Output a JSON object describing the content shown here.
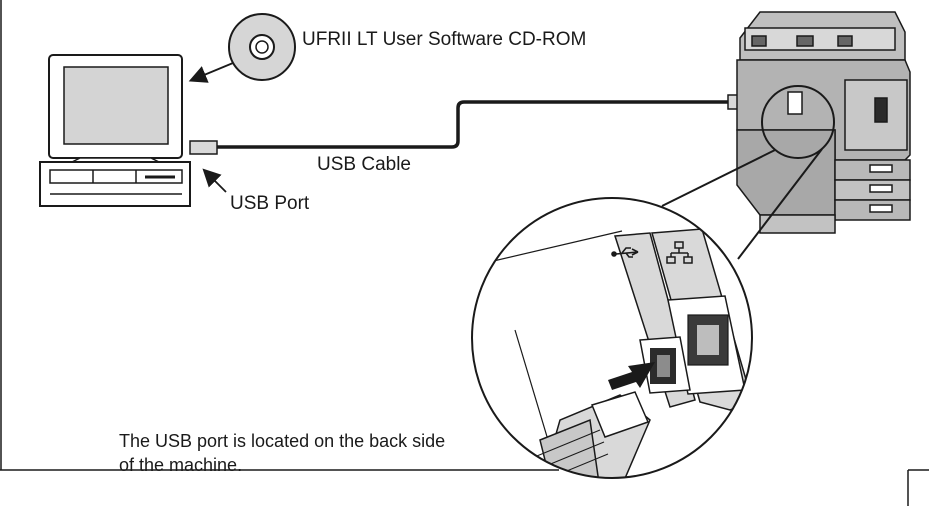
{
  "labels": {
    "cd_rom": "UFRII LT User Software CD-ROM",
    "usb_cable": "USB Cable",
    "usb_port": "USB Port",
    "note": "The USB port is located on the back side of the machine."
  },
  "icons": {
    "usb_symbol": "usb-icon",
    "network_symbol": "network-icon"
  },
  "colors": {
    "line": "#1a1a1a",
    "panel_gray": "#d9d9d9",
    "body_gray": "#bfbfbf",
    "screen_gray": "#cfcfcf"
  }
}
